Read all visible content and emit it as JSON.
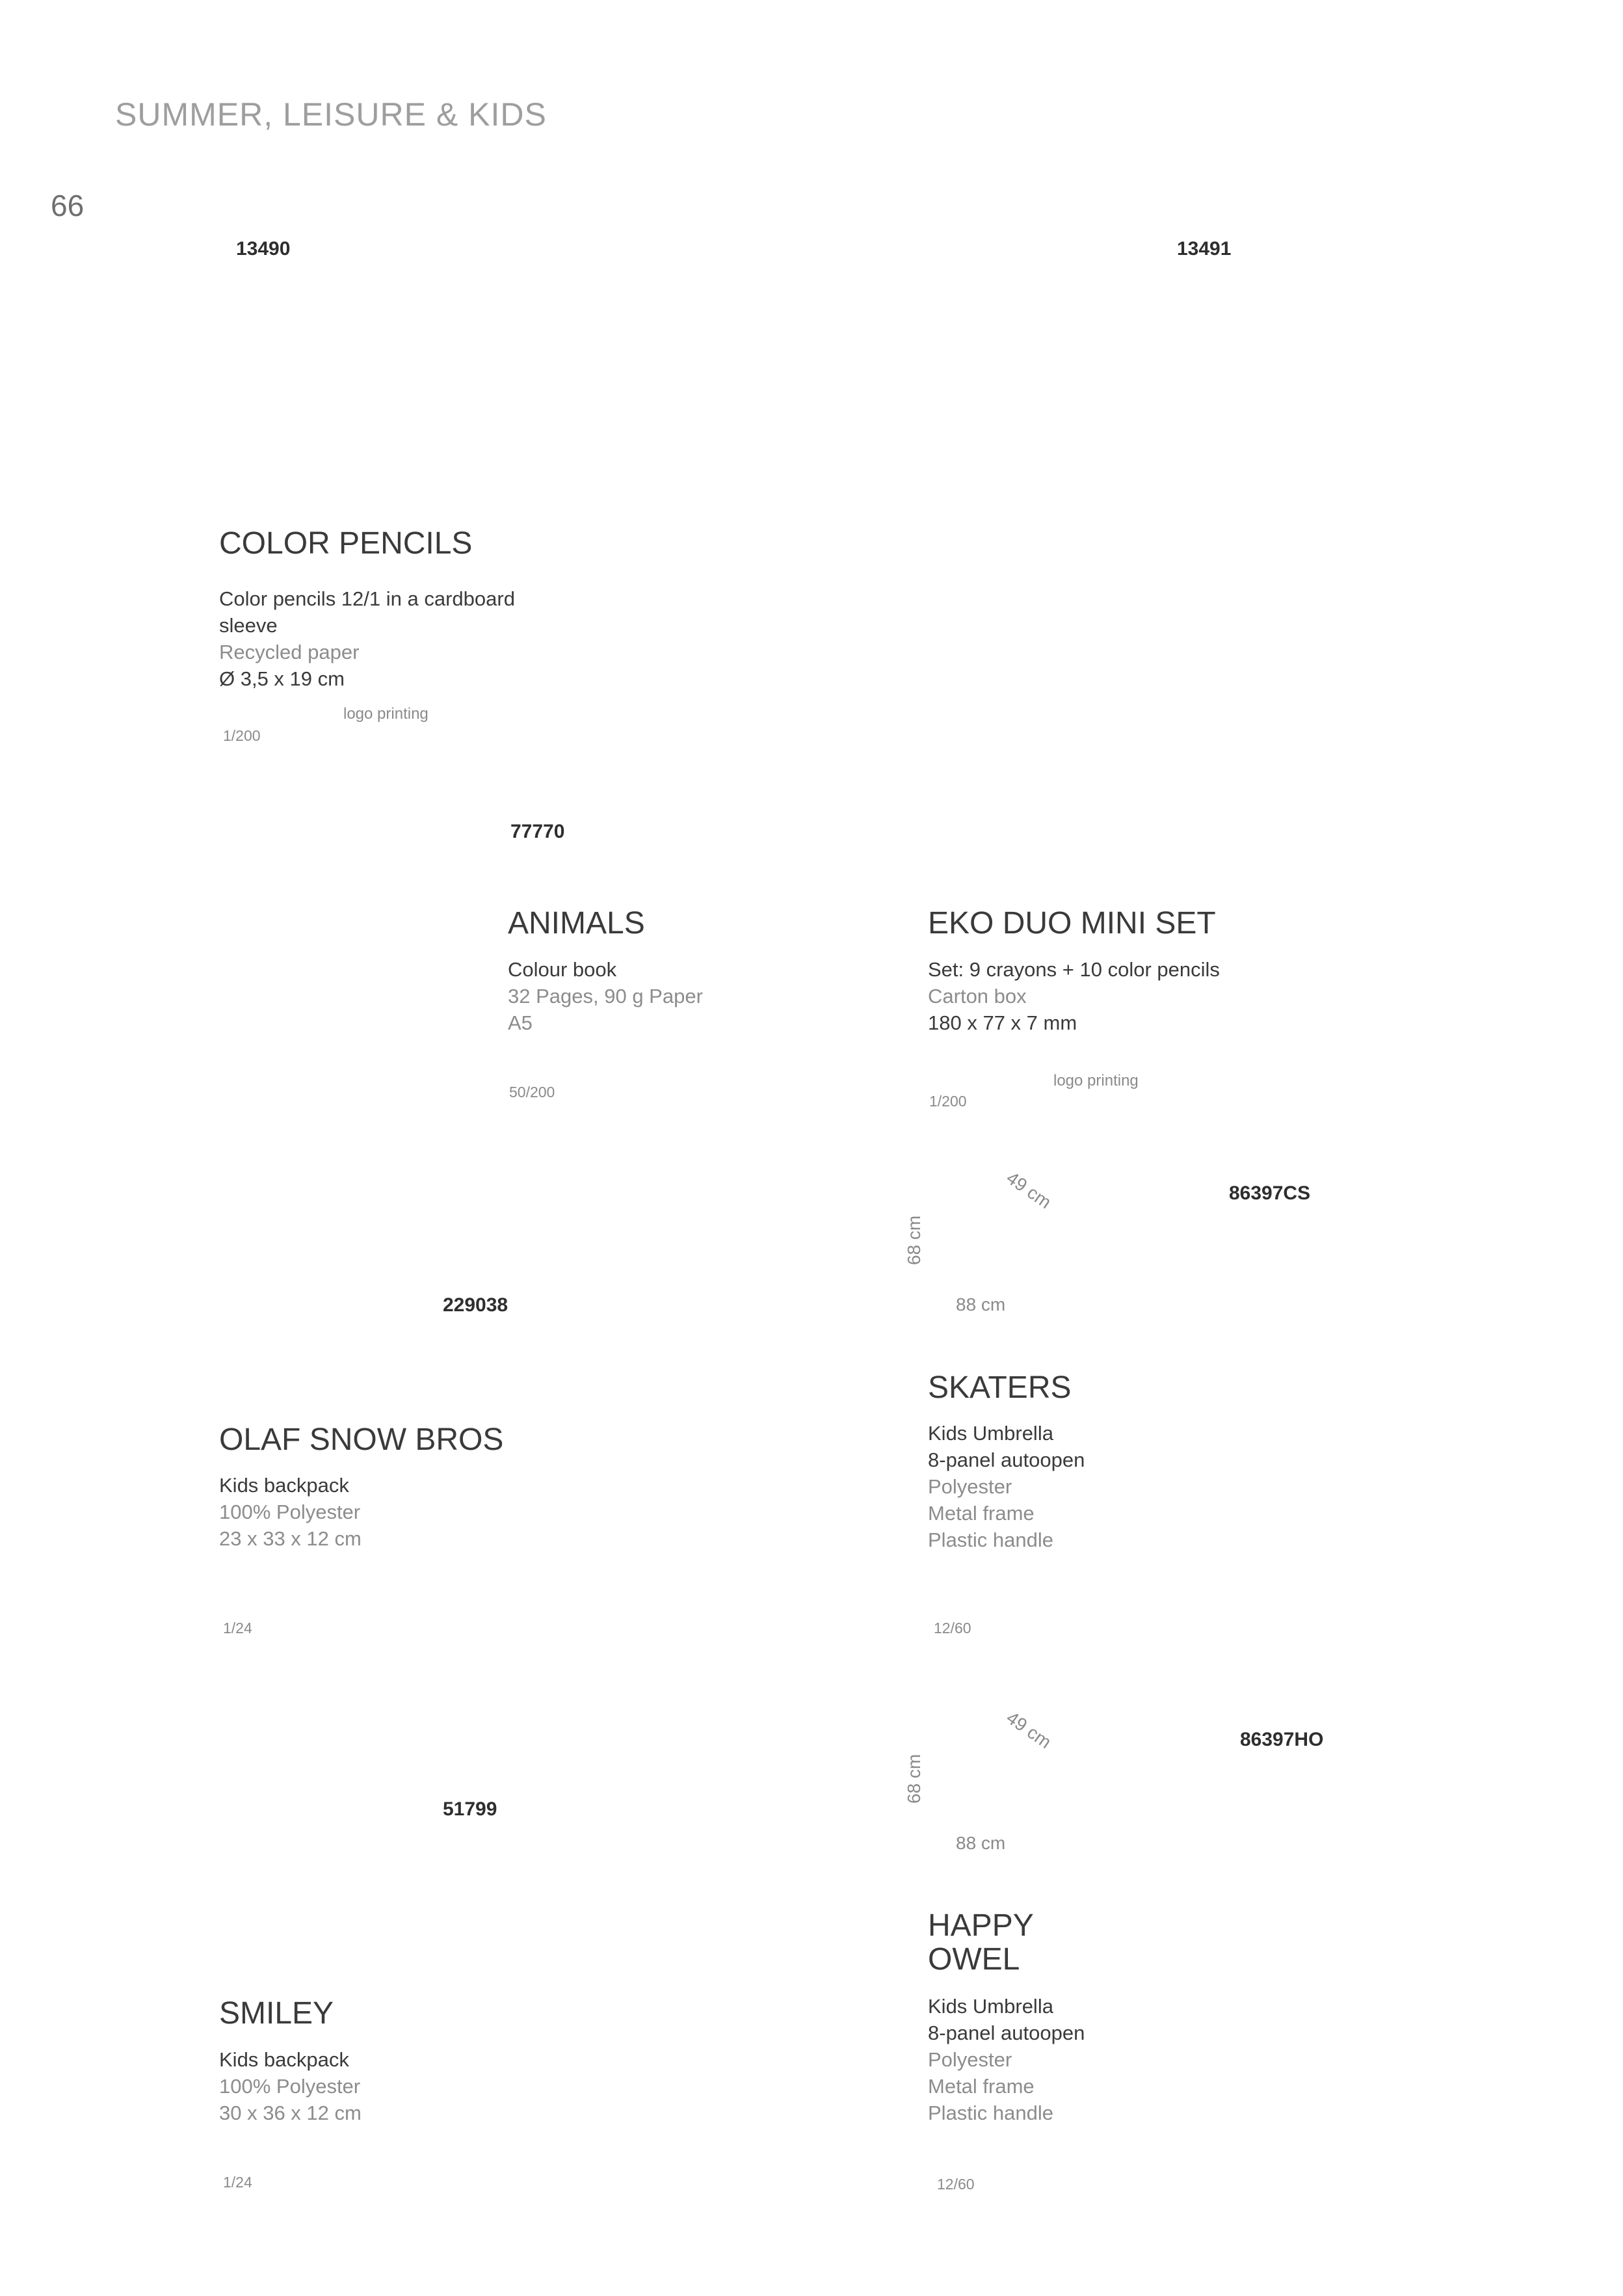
{
  "header": {
    "section_title": "SUMMER, LEISURE & KIDS",
    "page_number": "66"
  },
  "products": {
    "color_pencils": {
      "codes": [
        "13490",
        "13491"
      ],
      "title": "COLOR PENCILS",
      "lines": [
        "Color pencils 12/1 in a cardboard",
        "sleeve",
        "Recycled paper",
        "Ø 3,5 x 19 cm"
      ],
      "note": "logo printing",
      "packing": "1/200"
    },
    "animals": {
      "code": "77770",
      "title": "ANIMALS",
      "lines": [
        "Colour book",
        "32 Pages, 90 g Paper",
        "A5"
      ],
      "packing": "50/200"
    },
    "eko_duo": {
      "title": "EKO DUO MINI SET",
      "lines": [
        "Set: 9 crayons + 10 color pencils",
        "Carton box",
        "180 x 77 x 7 mm"
      ],
      "note": "logo printing",
      "packing": "1/200"
    },
    "olaf": {
      "code": "229038",
      "title": "OLAF SNOW BROS",
      "lines": [
        "Kids backpack",
        "100% Polyester",
        "23 x 33 x 12 cm"
      ],
      "packing": "1/24"
    },
    "skaters": {
      "code": "86397CS",
      "dims": {
        "diagonal": "49 cm",
        "height": "68 cm",
        "width": "88 cm"
      },
      "title": "SKATERS",
      "lines": [
        "Kids Umbrella",
        "8-panel autoopen",
        "Polyester",
        "Metal frame",
        "Plastic handle"
      ],
      "packing": "12/60"
    },
    "smiley": {
      "code": "51799",
      "title": "SMILEY",
      "lines": [
        "Kids backpack",
        "100% Polyester",
        "30 x 36 x 12 cm"
      ],
      "packing": "1/24"
    },
    "happy_owel": {
      "code": "86397HO",
      "dims": {
        "diagonal": "49 cm",
        "height": "68 cm",
        "width": "88 cm"
      },
      "title_lines": [
        "HAPPY",
        "OWEL"
      ],
      "lines": [
        "Kids Umbrella",
        "8-panel autoopen",
        "Polyester",
        "Metal frame",
        "Plastic handle"
      ],
      "packing": "12/60"
    }
  }
}
